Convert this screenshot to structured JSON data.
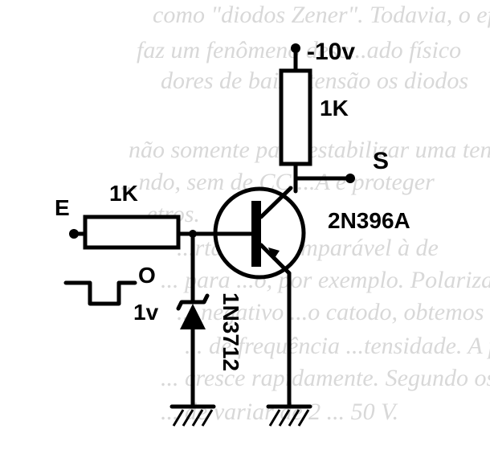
{
  "background_text": [
    "como \"diodos Zener\". Todavia, o efeito",
    "faz um fenômeno desc...ado físico",
    "dores de baixa tensão os diodos",
    "não somente para estabilizar uma tensão",
    "...ndo, sem de CC ...A e proteger",
    "...etros.",
    "...rtanto ...comparável à de",
    "... para ...o, por exemplo. Polarizando",
    "... negativo ...o catodo, obtemos",
    "... de frequência ...tensidade. A partir",
    "... cresce rapidamente. Segundo os tipos",
    "... de variar de 2 ... 50 V."
  ],
  "labels": {
    "supply": "-10v",
    "collector_resistor": "1K",
    "output": "S",
    "input": "E",
    "base_resistor": "1K",
    "transistor": "2N396A",
    "pulse_level": "O",
    "pulse_amplitude": "1v",
    "zener": "1N3712"
  },
  "colors": {
    "ink": "#000000",
    "paper": "#ffffff",
    "bleed_through": "#d8d8d8"
  }
}
